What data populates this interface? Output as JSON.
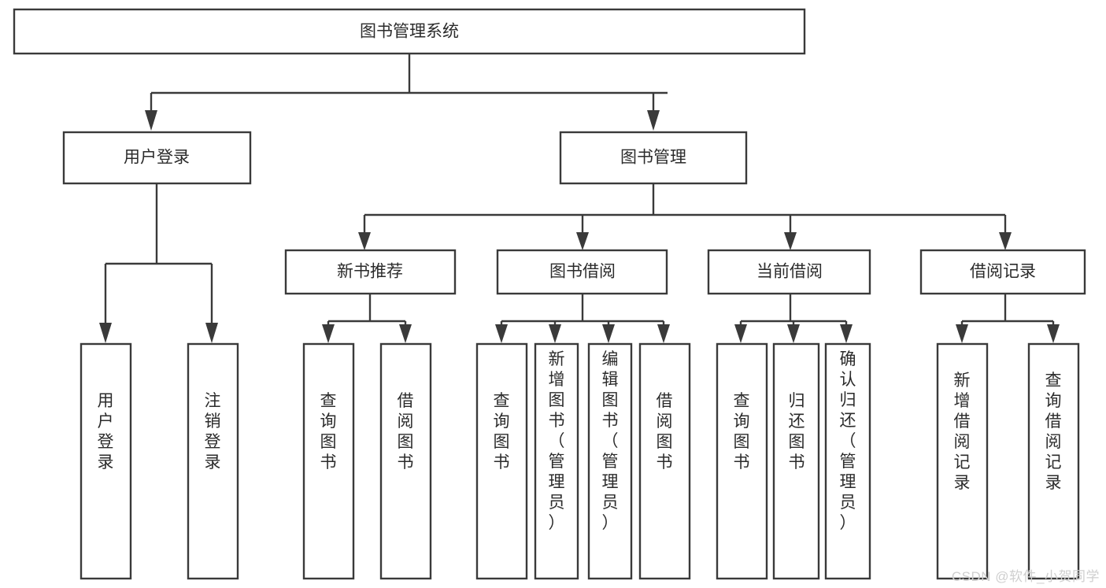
{
  "diagram": {
    "type": "tree-hierarchy",
    "title": "图书管理系统",
    "watermark": "CSDN @软件_小贺同学",
    "colors": {
      "box_stroke": "#3a3a3a",
      "box_fill": "#ffffff",
      "text": "#2b2b2b",
      "canvas": "#ffffff",
      "watermark": "#cfcfcf"
    },
    "levels": {
      "root": {
        "label": "图书管理系统"
      },
      "level2": [
        {
          "label": "用户登录"
        },
        {
          "label": "图书管理"
        }
      ],
      "level3": [
        {
          "label": "新书推荐"
        },
        {
          "label": "图书借阅"
        },
        {
          "label": "当前借阅"
        },
        {
          "label": "借阅记录"
        }
      ],
      "leaves": {
        "user_login": [
          {
            "label": "用户登录"
          },
          {
            "label": "注销登录"
          }
        ],
        "new_book_recommend": [
          {
            "label": "查询图书"
          },
          {
            "label": "借阅图书"
          }
        ],
        "book_borrow": [
          {
            "label": "查询图书"
          },
          {
            "label": "新增图书（管理员）"
          },
          {
            "label": "编辑图书（管理员）"
          },
          {
            "label": "借阅图书"
          }
        ],
        "current_borrow": [
          {
            "label": "查询图书"
          },
          {
            "label": "归还图书"
          },
          {
            "label": "确认归还（管理员）"
          }
        ],
        "borrow_record": [
          {
            "label": "新增借阅记录"
          },
          {
            "label": "查询借阅记录"
          }
        ]
      }
    }
  }
}
